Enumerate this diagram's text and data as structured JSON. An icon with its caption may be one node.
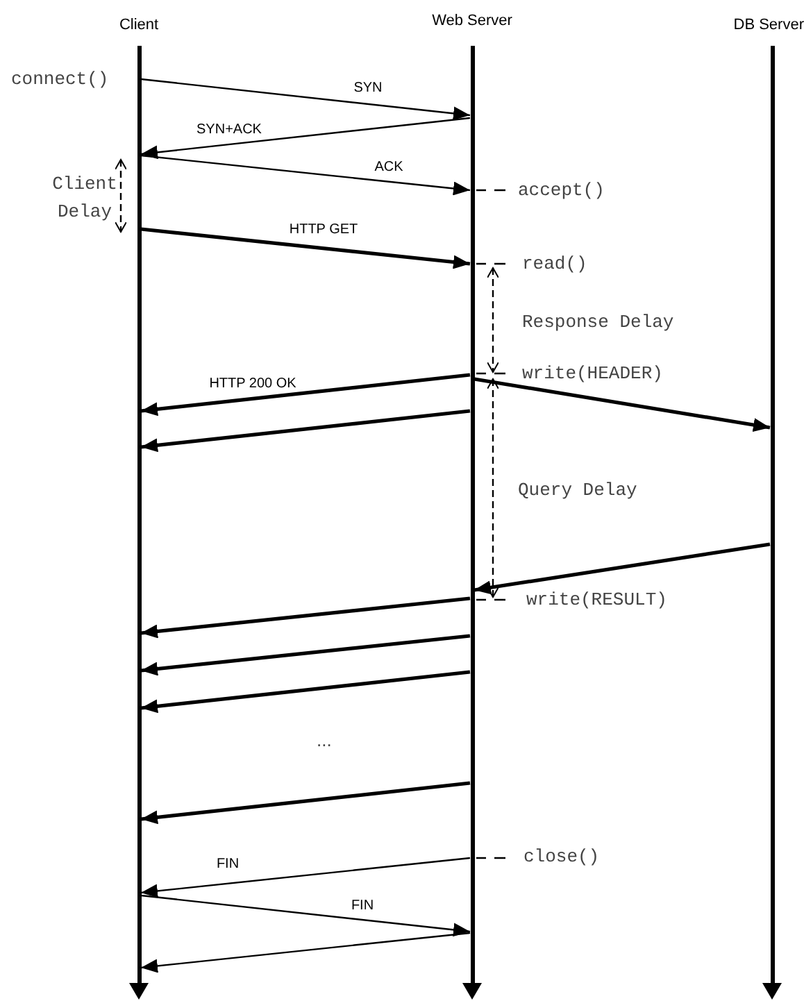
{
  "diagram": {
    "nodes": [
      {
        "text": [
          "Client"
        ]
      },
      {
        "text": [
          "Web Server"
        ]
      },
      {
        "text": [
          "DB Server"
        ]
      },
      {
        "text": [],
        "shape": "bar"
      },
      {
        "text": [],
        "shape": "bar"
      },
      {
        "text": [],
        "shape": "bar"
      }
    ],
    "edges": [
      {
        "from": 3,
        "to": 4,
        "arrow": "to",
        "label": "SYN"
      },
      {
        "from": 4,
        "to": 3,
        "arrow": "to",
        "label": "SYN+ACK"
      },
      {
        "from": 3,
        "to": 4,
        "arrow": "to",
        "label": "ACK"
      },
      {
        "from": 3,
        "to": 4,
        "arrow": "to",
        "label": "HTTP GET"
      },
      {
        "from": 4,
        "to": 3,
        "arrow": "to",
        "label": "HTTP 200 OK"
      },
      {
        "from": 4,
        "to": 5,
        "arrow": "to"
      },
      {
        "from": 4,
        "to": 3,
        "arrow": "to"
      },
      {
        "from": 5,
        "to": 4,
        "arrow": "to"
      },
      {
        "from": 4,
        "to": 3,
        "arrow": "to"
      },
      {
        "from": 4,
        "to": 3,
        "arrow": "to"
      },
      {
        "from": 4,
        "to": 3,
        "arrow": "to"
      },
      {
        "from": 4,
        "to": 3,
        "arrow": "to"
      },
      {
        "from": 4,
        "to": 3,
        "arrow": "to",
        "label": "FIN"
      },
      {
        "from": 3,
        "to": 4,
        "arrow": "to",
        "label": "FIN"
      },
      {
        "from": 4,
        "to": 3,
        "arrow": "to"
      }
    ],
    "labels": [
      "connect()",
      "Client Delay",
      "accept()",
      "read()",
      "Response Delay",
      "write(HEADER)",
      "Query Delay",
      "write(RESULT)",
      "...",
      "close()"
    ]
  }
}
